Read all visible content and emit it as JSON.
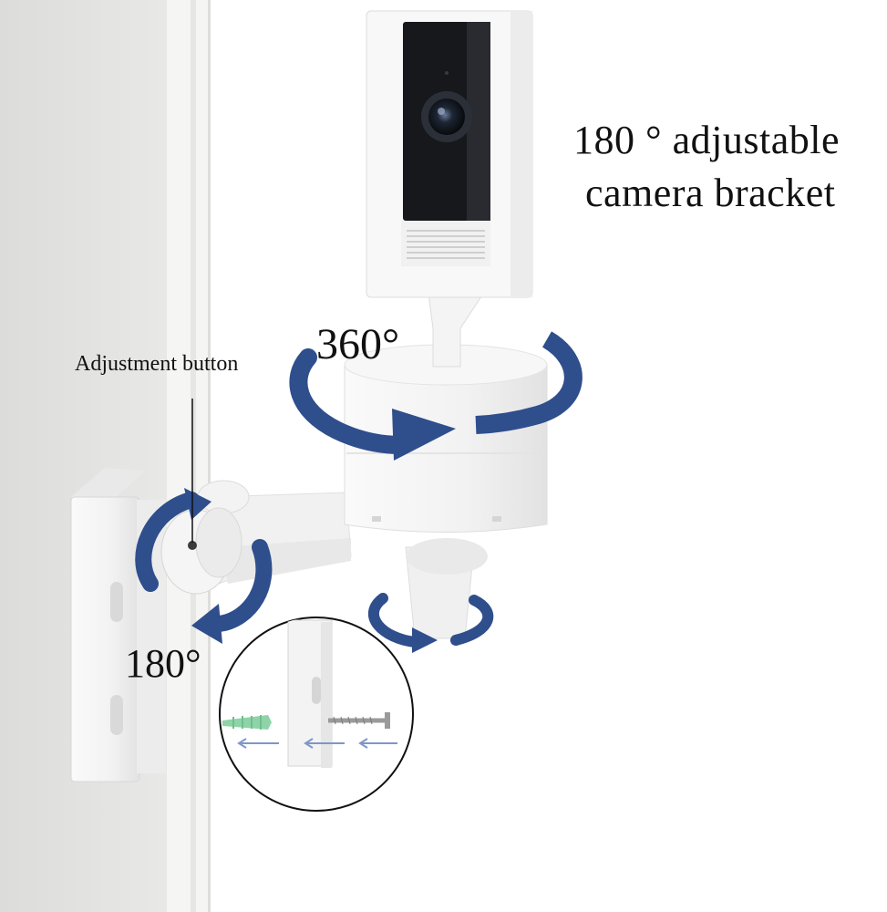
{
  "title": {
    "line1": "180 ° adjustable",
    "line2": "camera bracket"
  },
  "labels": {
    "rotation_360": "360°",
    "rotation_180": "180°",
    "adjustment_button": "Adjustment button"
  },
  "colors": {
    "arrow": "#2f4e8c",
    "wall": "#e3e3e1",
    "bracket": "#f4f4f4",
    "camera_lens_panel": "#1c1c20",
    "anchor": "#8fd3a8"
  },
  "icons": {
    "rotate_360": "curved-arrow-360",
    "rotate_180": "curved-arrow-180",
    "swivel": "curved-arrow-swivel"
  }
}
